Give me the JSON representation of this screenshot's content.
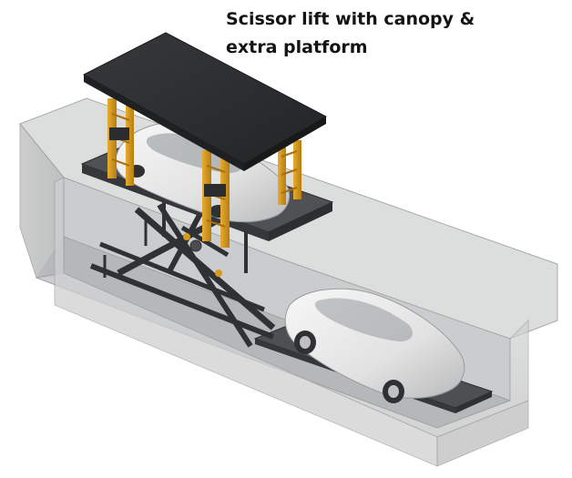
{
  "caption": {
    "line1": "Scissor lift with canopy &",
    "line2": "extra platform"
  },
  "colors": {
    "pit_wall": "#c9cacb",
    "pit_top": "#d9dadb",
    "pit_floor": "#b8b9ba",
    "platform": "#4d4f52",
    "canopy": "#2c2d2f",
    "posts": "#d79a1e",
    "scissor": "#3d3f42",
    "car": "#e9e9ea"
  },
  "icons": {
    "post_logo": "lift-brand-badge"
  }
}
